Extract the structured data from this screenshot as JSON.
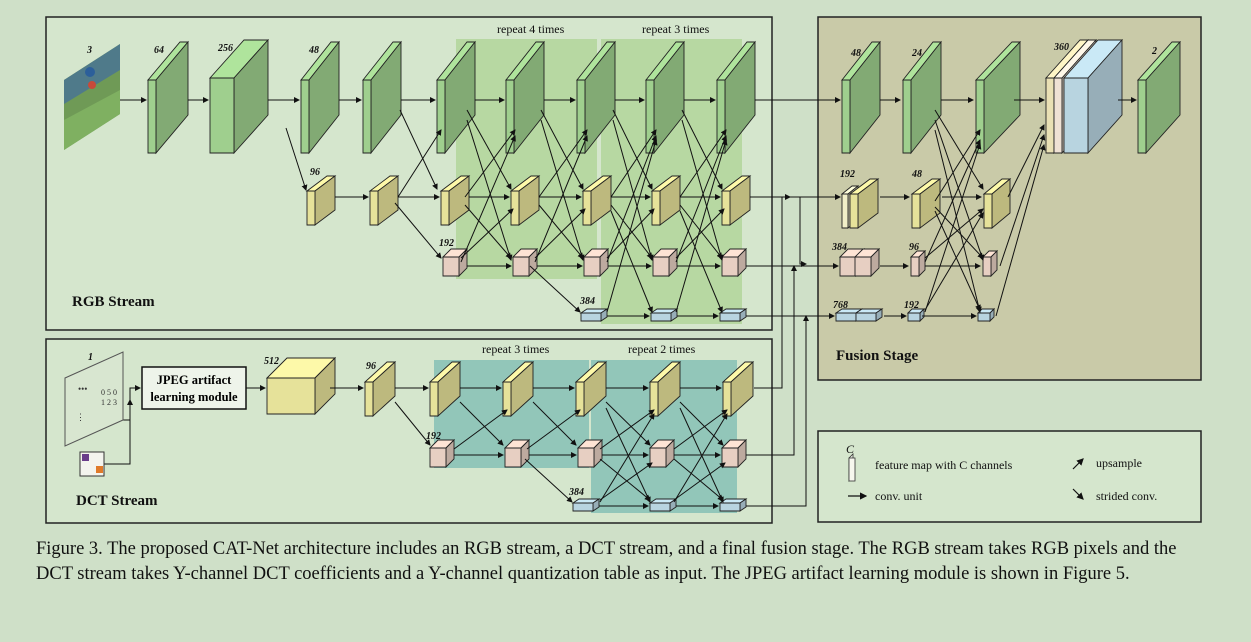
{
  "rgb_stream": {
    "title": "RGB Stream",
    "input_channels": "3",
    "channels": [
      "64",
      "256",
      "48",
      "96",
      "192",
      "384"
    ],
    "repeat_a": "repeat 4 times",
    "repeat_b": "repeat 3 times"
  },
  "dct_stream": {
    "title": "DCT Stream",
    "input_channels": "1",
    "module_label_line1": "JPEG artifact",
    "module_label_line2": "learning module",
    "channels": [
      "512",
      "96",
      "192",
      "384"
    ],
    "repeat_a": "repeat 3 times",
    "repeat_b": "repeat 2 times"
  },
  "fusion_stage": {
    "title": "Fusion Stage",
    "channels": [
      "48",
      "24",
      "360",
      "2",
      "192",
      "48",
      "384",
      "96",
      "768",
      "192"
    ]
  },
  "legend": {
    "symbol_c": "C",
    "feature_map": "feature map with C channels",
    "conv_unit": "conv. unit",
    "upsample": "upsample",
    "strided_conv": "strided conv."
  },
  "caption": "Figure 3. The proposed CAT-Net architecture includes an RGB stream, a DCT stream, and a final fusion stage.  The RGB stream takes RGB pixels and the DCT stream takes Y-channel DCT coefficients and a Y-channel quantization table as input. The JPEG artifact learning module is shown in Figure 5.",
  "colors": {
    "background": "#cfe0c8",
    "green_block": "#9fcf8e",
    "yellow_block": "#e6e29a",
    "pink_block": "#e7cfc2",
    "blue_block": "#b8d4e0",
    "repeat_green": "#b2d59a",
    "repeat_teal": "#86c0b5",
    "fusion_bg": "#c9caa8"
  }
}
